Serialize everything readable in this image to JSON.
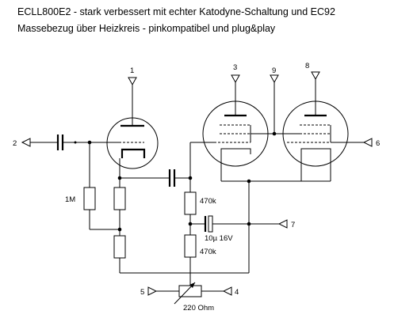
{
  "title": {
    "line1": "ECLL800E2 - stark verbessert mit echter Katodyne-Schaltung und EC92",
    "line2": "Massebezug über Heizkreis - pinkompatibel und plug&play"
  },
  "pins": {
    "pin1": "1",
    "pin2": "2",
    "pin3": "3",
    "pin4": "4",
    "pin5": "5",
    "pin6": "6",
    "pin7": "7",
    "pin8": "8",
    "pin9": "9"
  },
  "components": {
    "r_grid": "1M",
    "r_anode": "470k",
    "r_cathode": "470k",
    "cap_electrolytic": "10µ 16V",
    "potentiometer": "220 Ohm"
  }
}
